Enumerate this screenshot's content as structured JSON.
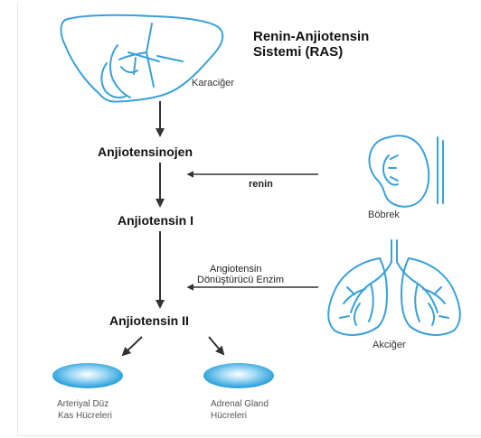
{
  "title": {
    "line1": "Renin-Anjiotensin",
    "line2": "Sistemi (RAS)"
  },
  "organs": {
    "liver": "Karaciğer",
    "kidney": "Böbrek",
    "lung": "Akciğer"
  },
  "nodes": {
    "angiotensinogen": "Anjiotensinojen",
    "angiotensin1": "Anjiotensin I",
    "angiotensin2": "Anjiotensin II"
  },
  "enzymes": {
    "renin": "renin",
    "ace_line1": "Angiotensin",
    "ace_line2": "Dönüştürücü Enzim"
  },
  "targets": {
    "smooth_muscle_line1": "Arteriyal Düz",
    "smooth_muscle_line2": "Kas Hücreleri",
    "adrenal_line1": "Adrenal Gland",
    "adrenal_line2": "Hücreleri"
  },
  "colors": {
    "organ_outline": "#3aa1d8",
    "cell_fill": "#2ba4e0",
    "arrow": "#333333"
  }
}
